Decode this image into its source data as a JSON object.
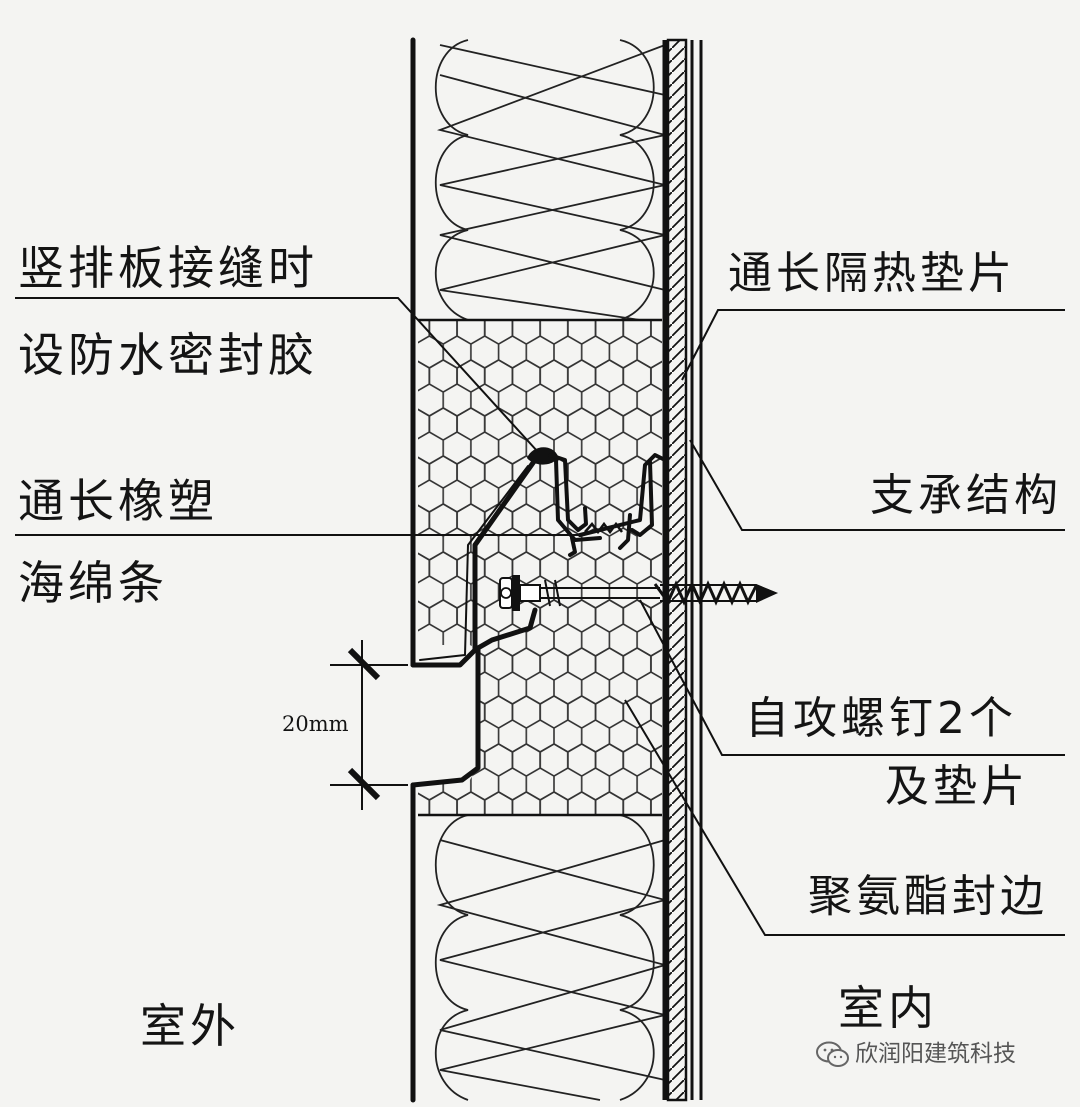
{
  "labels": {
    "seam_sealant_line1": "竖排板接缝时",
    "seam_sealant_line2": "设防水密封胶",
    "sponge_strip_line1": "通长橡塑",
    "sponge_strip_line2": "海绵条",
    "thermal_pad": "通长隔热垫片",
    "support_structure": "支承结构",
    "screws_line1": "自攻螺钉2个",
    "screws_line2": "及垫片",
    "pu_edge_seal": "聚氨酯封边",
    "outdoor": "室外",
    "indoor": "室内",
    "dimension": "20mm"
  },
  "watermark": {
    "text": "欣润阳建筑科技",
    "icon": "wechat-icon"
  },
  "colors": {
    "background": "#f4f4f2",
    "ink": "#141414"
  }
}
